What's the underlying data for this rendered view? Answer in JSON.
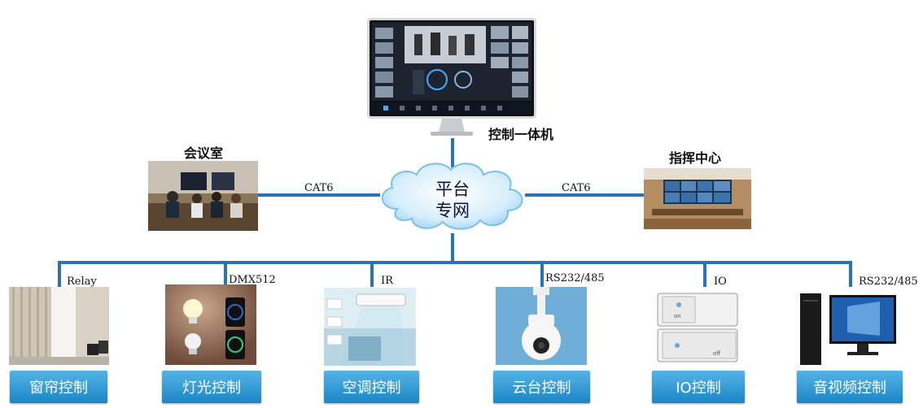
{
  "top": {
    "monitor_label": "控制一体机",
    "left_room_title": "会议室",
    "right_room_title": "指挥中心",
    "cloud_line1": "平台",
    "cloud_line2": "专网",
    "left_link": "CAT6",
    "right_link": "CAT6"
  },
  "devices": [
    {
      "protocol": "Relay",
      "button": "窗帘控制",
      "icon": "curtain-photo"
    },
    {
      "protocol": "DMX512",
      "button": "灯光控制",
      "icon": "light-bulb-photo"
    },
    {
      "protocol": "IR",
      "button": "空调控制",
      "icon": "air-conditioner-photo"
    },
    {
      "protocol": "RS232/485",
      "button": "云台控制",
      "icon": "ptz-camera-photo"
    },
    {
      "protocol": "IO",
      "button": "IO控制",
      "icon": "switch-panel-photo"
    },
    {
      "protocol": "RS232/485",
      "button": "音视频控制",
      "icon": "pc-monitor-photo"
    }
  ],
  "colors": {
    "line": "#2a73b6",
    "button_top": "#54b4e6",
    "button_bottom": "#1c85c6"
  }
}
